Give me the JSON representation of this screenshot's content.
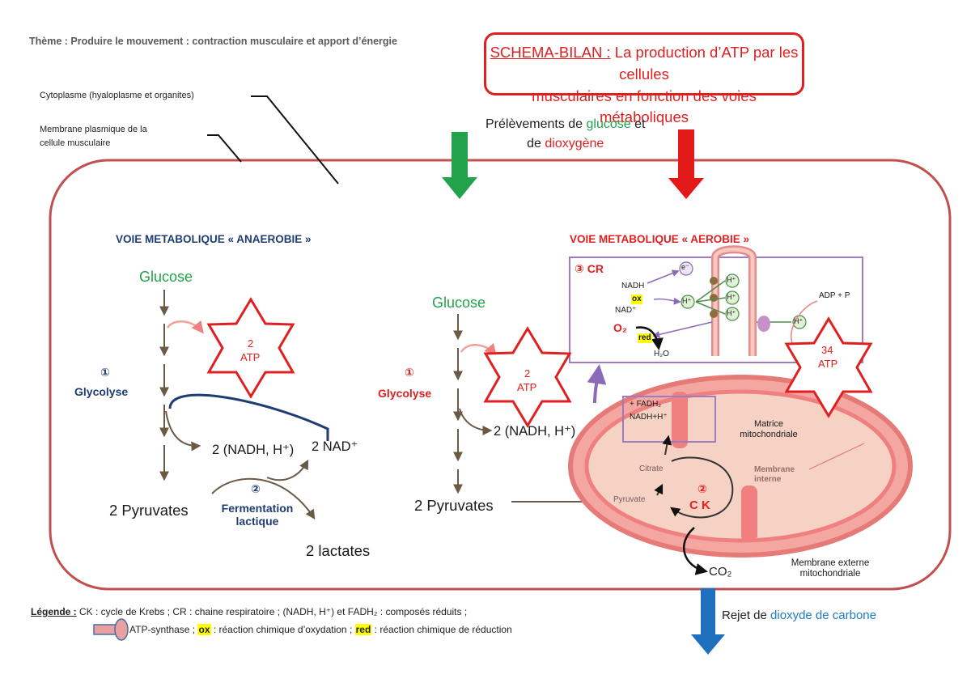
{
  "theme": "Thème : Produire le mouvement : contraction musculaire et apport d’énergie",
  "title_prefix": "SCHEMA-BILAN :",
  "title_rest_line1": "La production d’ATP par les cellules",
  "title_line2": "musculaires en fonction des voies métaboliques",
  "cytoplasm": "Cytoplasme (hyaloplasme et organites)",
  "membrane_line1": "Membrane plasmique de la",
  "membrane_line2": "cellule musculaire",
  "intake": {
    "prefix": "Prélèvements de",
    "glucose": "glucose",
    "and": "et",
    "de": "de",
    "oxygen": "dioxygène"
  },
  "anaerobic": {
    "heading": "VOIE METABOLIQUE « ANAEROBIE »",
    "glucose": "Glucose",
    "step1_num": "①",
    "step1": "Glycolyse",
    "atp_num": "2",
    "atp": "ATP",
    "nadh": "2 (NADH, H⁺)",
    "nad": "2 NAD⁺",
    "pyruvates": "2 Pyruvates",
    "step2_num": "②",
    "fermentation_line1": "Fermentation",
    "fermentation_line2": "lactique",
    "lactates": "2 lactates"
  },
  "aerobic": {
    "heading": "VOIE METABOLIQUE « AEROBIE »",
    "glucose": "Glucose",
    "step1_num": "①",
    "step1": "Glycolyse",
    "atp_num": "2",
    "atp": "ATP",
    "nadh": "2 (NADH, H⁺)",
    "pyruvates": "2 Pyruvates",
    "cr_label": "③ CR",
    "chain_nadh": "NADH",
    "chain_nad": "NAD⁺",
    "ox": "ox",
    "o2": "O₂",
    "red": "red",
    "h2o": "H₂O",
    "electron": "e⁻",
    "proton": "H⁺",
    "adp": "ADP + P",
    "atp34_num": "34",
    "atp34": "ATP",
    "fadh2": "+ FADH₂",
    "nadh_h": "NADH+H⁺",
    "matrix_line1": "Matrice",
    "matrix_line2": "mitochondriale",
    "inner_membrane_line1": "Membrane",
    "inner_membrane_line2": "interne",
    "citrate": "Citrate",
    "pyruvate": "Pyruvate",
    "ck_num": "②",
    "ck": "C K",
    "co2": "CO₂",
    "outer_membrane_line1": "Membrane externe",
    "outer_membrane_line2": "mitochondriale"
  },
  "release": {
    "prefix": "Rejet de",
    "co2": "dioxyde de carbone"
  },
  "legend": {
    "title": "Légende :",
    "line1": " CK : cycle de Krebs ; CR : chaine respiratoire ; (NADH, H⁺) et FADH₂ : composés réduits ;",
    "line2_a": "ATP-synthase ;",
    "ox": "ox",
    "line2_b": ": réaction chimique d’oxydation ;",
    "red": "red",
    "line2_c": ": réaction chimique de réduction"
  },
  "colors": {
    "cell_border": "#c0504d",
    "red": "#e02020",
    "green": "#22a24a",
    "blue": "#1f7bc4",
    "navy": "#1f3d73",
    "mito_outer": "#f08080",
    "mito_inner": "#f6b6a8"
  }
}
